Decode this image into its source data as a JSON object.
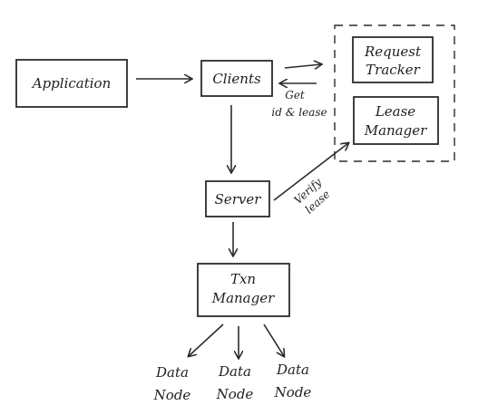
{
  "nodes": {
    "application": "Application",
    "clients": "Clients",
    "request_tracker": [
      "Request",
      "Tracker"
    ],
    "lease_manager": [
      "Lease",
      "Manager"
    ],
    "server": "Server",
    "txn_manager": [
      "Txn",
      "Manager"
    ],
    "data_nodes": [
      [
        "Data",
        "Node"
      ],
      [
        "Data",
        "Node"
      ],
      [
        "Data",
        "Node"
      ]
    ]
  },
  "edge_labels": {
    "get_id_lease": [
      "Get",
      "id & lease"
    ],
    "verify_lease": [
      "Verify",
      "lease"
    ]
  }
}
